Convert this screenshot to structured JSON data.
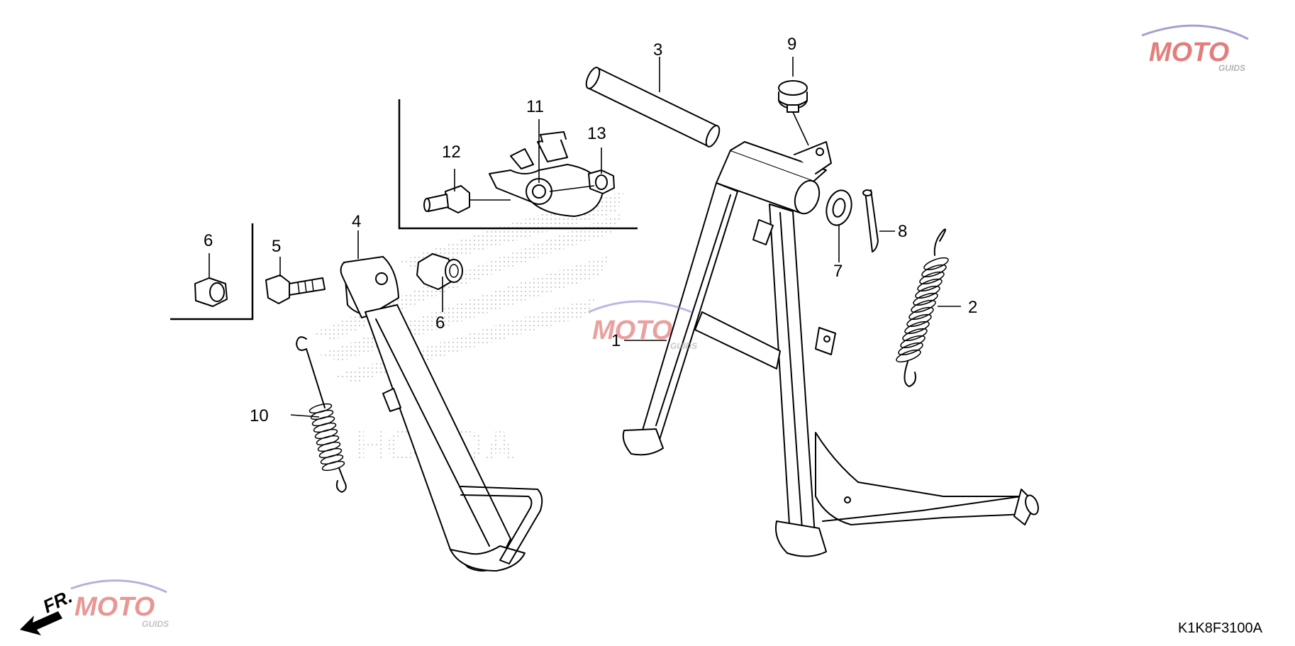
{
  "diagram": {
    "code": "K1K8F3100A",
    "front_label": "FR.",
    "watermark": {
      "brand": "MOTO",
      "sub": "GUIDS",
      "honda": "HONDA"
    },
    "callouts": [
      {
        "id": "1",
        "label": "1"
      },
      {
        "id": "2",
        "label": "2"
      },
      {
        "id": "3",
        "label": "3"
      },
      {
        "id": "4",
        "label": "4"
      },
      {
        "id": "5",
        "label": "5"
      },
      {
        "id": "6a",
        "label": "6"
      },
      {
        "id": "6b",
        "label": "6"
      },
      {
        "id": "7",
        "label": "7"
      },
      {
        "id": "8",
        "label": "8"
      },
      {
        "id": "9",
        "label": "9"
      },
      {
        "id": "10",
        "label": "10"
      },
      {
        "id": "11",
        "label": "11"
      },
      {
        "id": "12",
        "label": "12"
      },
      {
        "id": "13",
        "label": "13"
      }
    ]
  },
  "colors": {
    "line": "#000000",
    "background": "#ffffff",
    "watermark_red": "#d9534f",
    "watermark_grey": "#9a9a9a",
    "watermark_purple": "#8e7cc3"
  }
}
